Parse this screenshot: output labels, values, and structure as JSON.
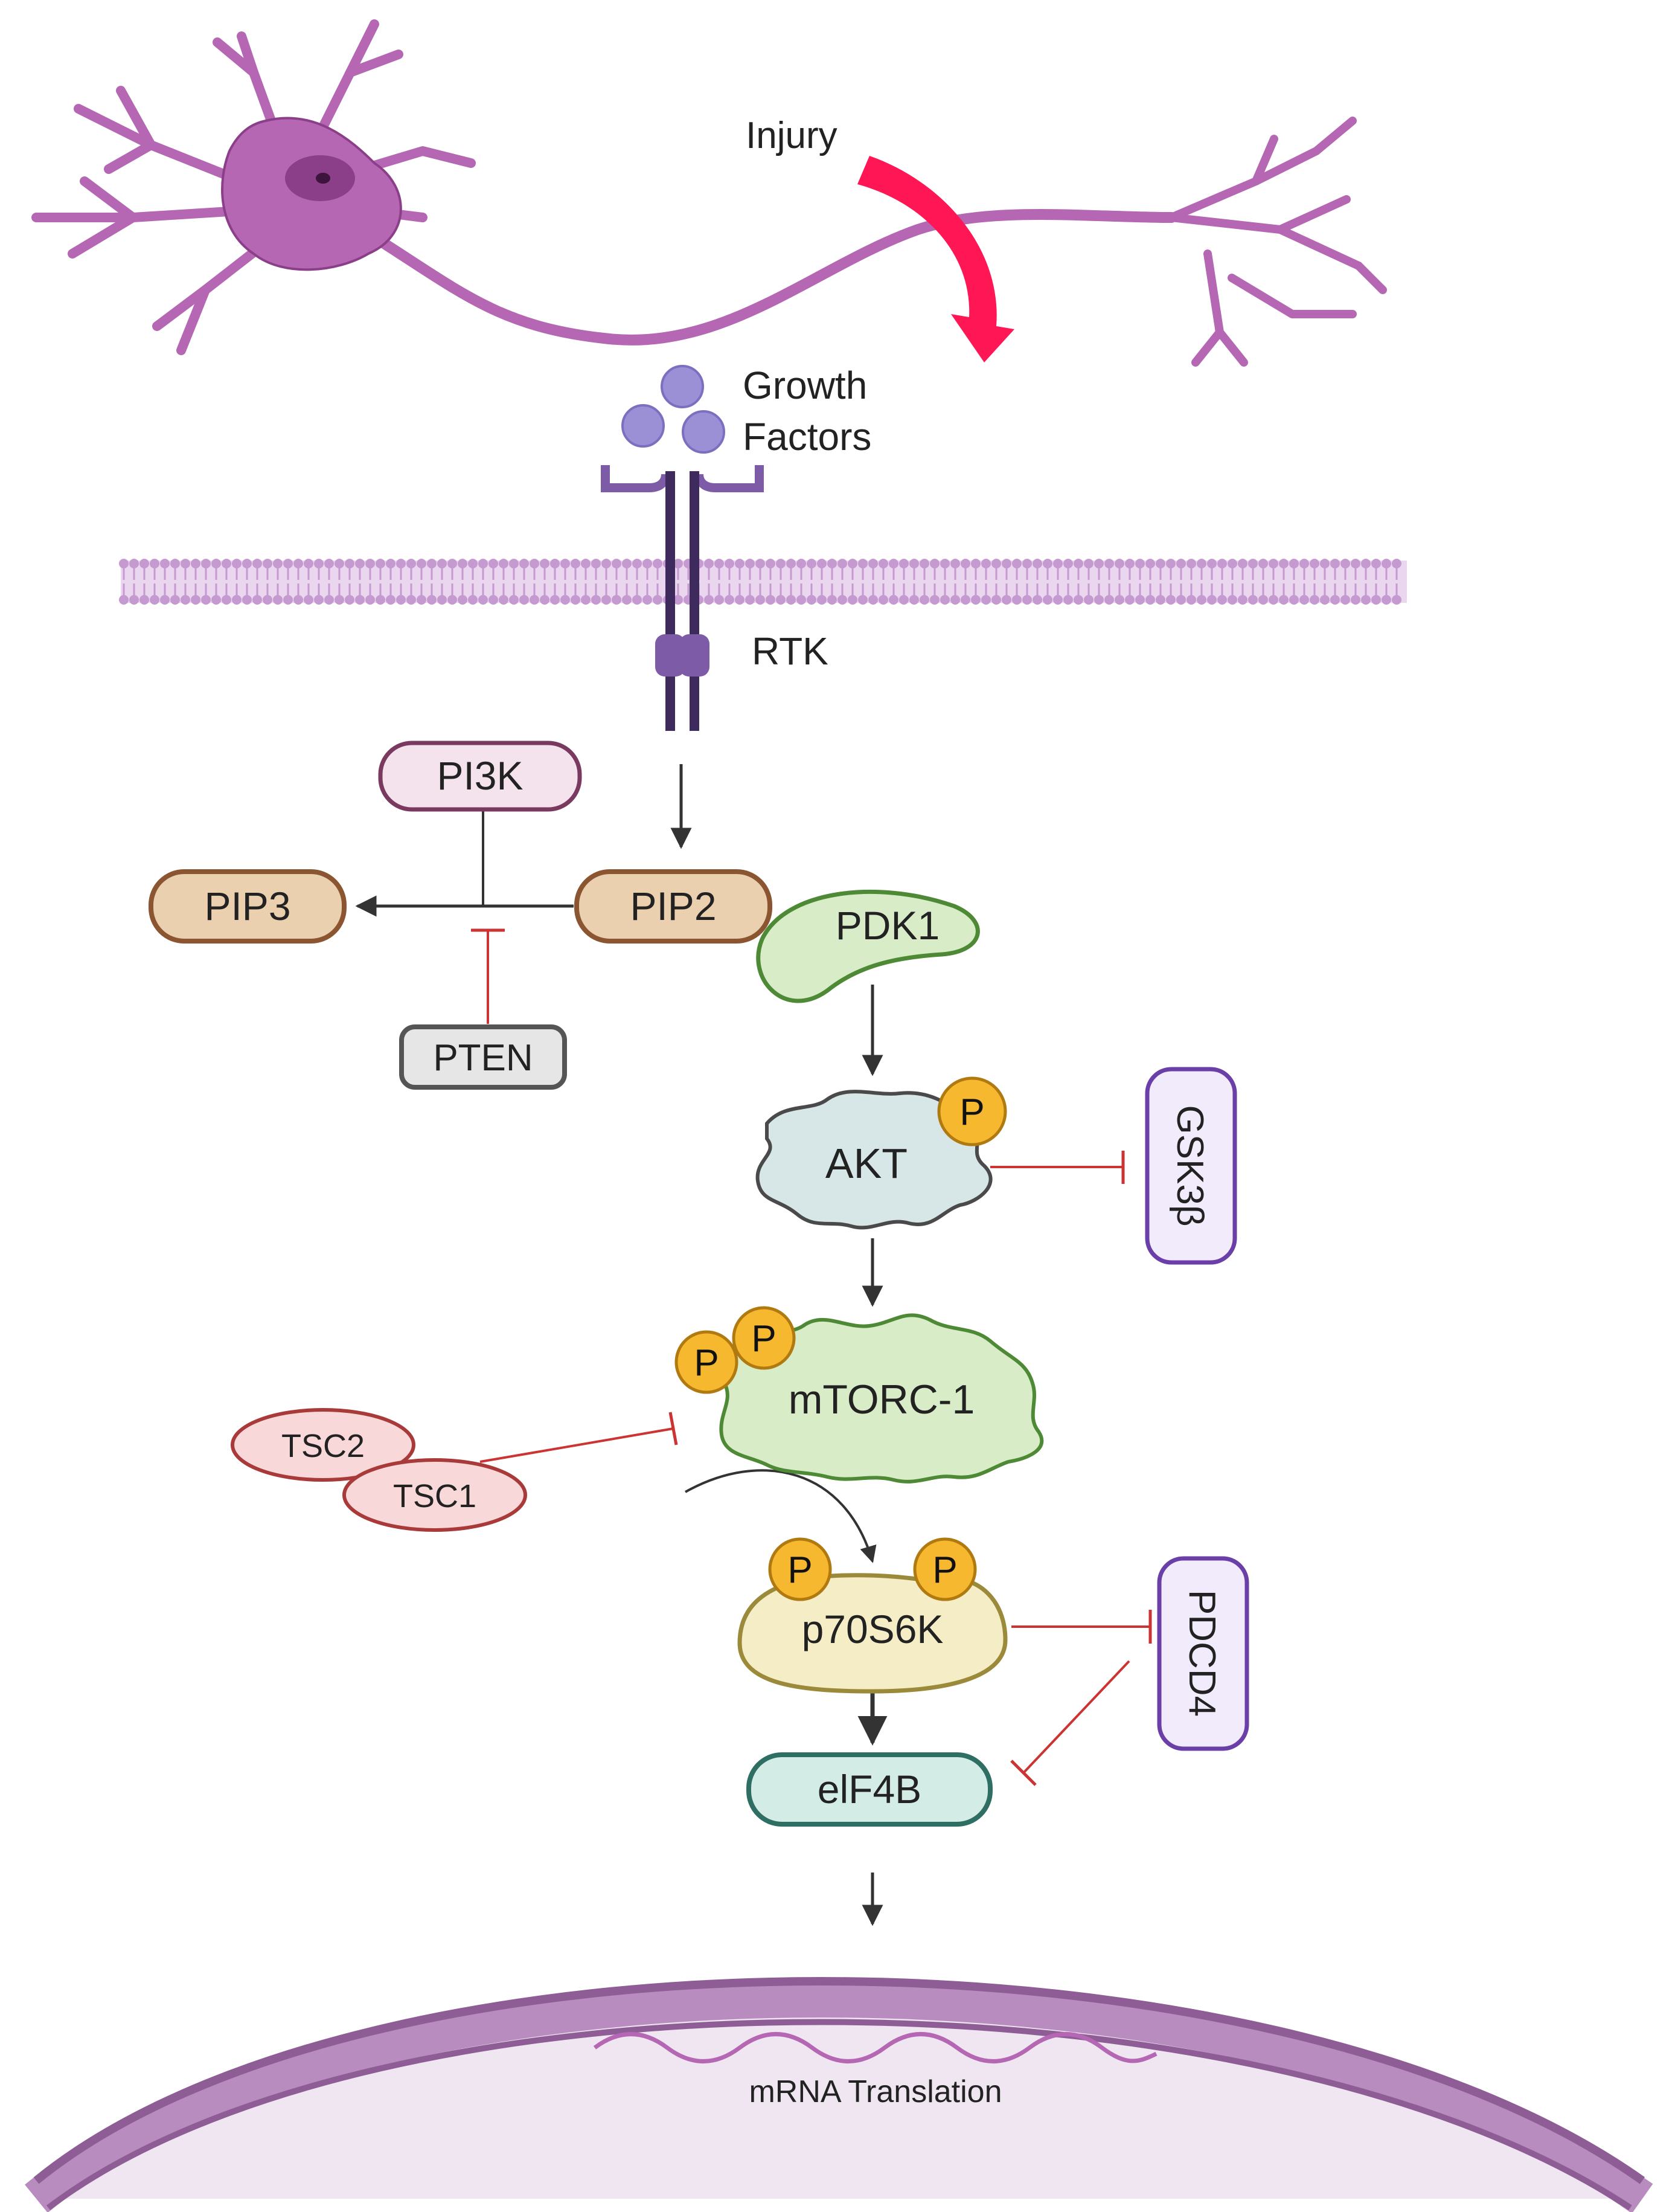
{
  "labels": {
    "injury": "Injury",
    "growth": "Growth",
    "factors": "Factors",
    "rtk": "RTK",
    "pi3k": "PI3K",
    "pip3": "PIP3",
    "pip2": "PIP2",
    "pten": "PTEN",
    "pdk1": "PDK1",
    "akt": "AKT",
    "gsk3b": "GSK3β",
    "mtorc1": "mTORC-1",
    "tsc2": "TSC2",
    "tsc1": "TSC1",
    "p70s6k": "p70S6K",
    "pdcd4": "PDCD4",
    "eif4b": "elF4B",
    "mrna": "mRNA Translation",
    "phospho": "P"
  },
  "colors": {
    "neuron": "#b567b3",
    "neuron_outline": "#8a3f88",
    "injury_arrow": "#ff1654",
    "receptor": "#7d5ba6",
    "receptor_dark": "#3f2a5e",
    "growth_factor": "#9b8fd6",
    "membrane": "#c59ad0",
    "activation": "#333333",
    "inhibition": "#cc3333",
    "phospho_fill": "#f5b82e",
    "phospho_stroke": "#b07a10",
    "nucleus_fill": "#efe6f2",
    "nucleus_ring": "#a070a6"
  }
}
